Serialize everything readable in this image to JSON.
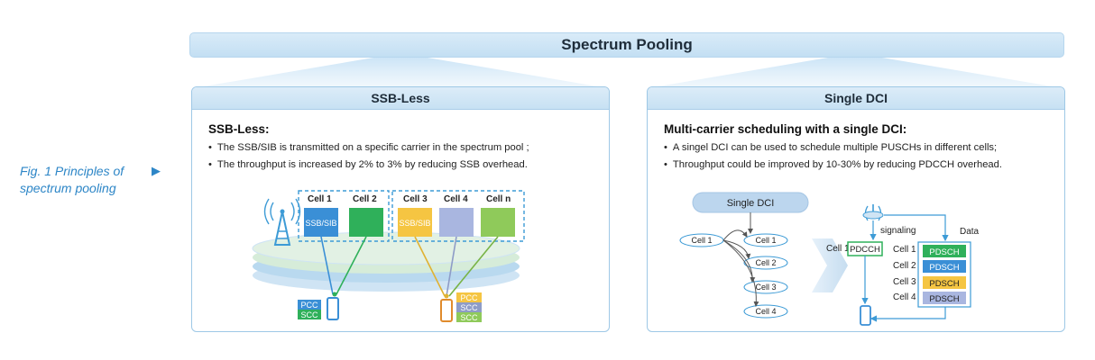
{
  "banner": {
    "title": "Spectrum Pooling"
  },
  "figure": {
    "caption_line1": "Fig. 1 Principles of",
    "caption_line2": "spectrum pooling"
  },
  "left_panel": {
    "header": "SSB-Less",
    "heading": "SSB-Less:",
    "bullets": [
      "The SSB/SIB is transmitted on a specific carrier in the spectrum pool ;",
      "The throughput is increased by 2% to 3% by reducing SSB overhead."
    ],
    "cells": [
      "Cell 1",
      "Cell 2",
      "Cell 3",
      "Cell 4",
      "Cell n"
    ],
    "ssb_label": "SSB/SIB",
    "phone1_tags": [
      "PCC",
      "SCC"
    ],
    "phone2_tags": [
      "PCC",
      "SCC",
      "SCC"
    ]
  },
  "right_panel": {
    "header": "Single DCI",
    "heading": "Multi-carrier scheduling with a single DCI:",
    "bullets": [
      "A singel DCI can be used to schedule multiple PUSCHs in different cells;",
      "Throughput could be improved by 10-30% by reducing PDCCH overhead."
    ],
    "single_dci": "Single DCI",
    "source_cell": "Cell 1",
    "target_cells": [
      "Cell 1",
      "Cell 2",
      "Cell 3",
      "Cell 4"
    ],
    "signaling": "signaling",
    "data_label": "Data",
    "pdcch_cell": "Cell 1",
    "pdcch": "PDCCH",
    "pdsch_cells": [
      "Cell 1",
      "Cell 2",
      "Cell 3",
      "Cell 4"
    ],
    "pdsch": [
      "PDSCH",
      "PDSCH",
      "PDSCH",
      "PDSCH"
    ]
  },
  "colors": {
    "accent_blue": "#2d86c7",
    "cell1": "#3a8fd6",
    "cell2": "#2fb05a",
    "cell3": "#f5c542",
    "cell4": "#a9b6e0",
    "celln": "#8fca5a"
  }
}
